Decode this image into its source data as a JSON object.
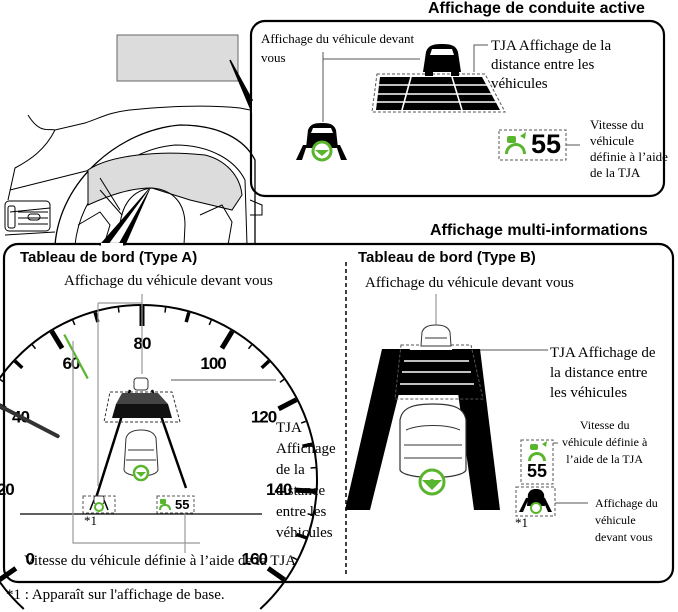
{
  "headings": {
    "active_driving_display": "Affichage de conduite active",
    "multi_info_display": "Affichage multi-informations"
  },
  "hud_panel": {
    "label_vehicle_ahead_line1": "Affichage du véhicule devant",
    "label_vehicle_ahead_line2": "vous",
    "label_distance_line1": "TJA Affichage de la",
    "label_distance_line2": "distance entre les",
    "label_distance_line3": "véhicules",
    "label_speed_line1": "Vitesse du",
    "label_speed_line2": "véhicule",
    "label_speed_line3": "définie à l’aide",
    "label_speed_line4": "de la TJA",
    "set_speed": "55"
  },
  "type_a": {
    "title": "Tableau de bord (Type A)",
    "label_vehicle_ahead": "Affichage du véhicule devant vous",
    "label_distance_lines": [
      "TJA",
      "Affichage",
      "de la",
      "distance",
      "entre les",
      "véhicules"
    ],
    "label_speed": "Vitesse du véhicule définie à l’aide de la TJA",
    "footnote_marker": "*1",
    "set_speed": "55",
    "speedometer": {
      "ticks": [
        "0",
        "20",
        "40",
        "60",
        "80",
        "100",
        "120",
        "140",
        "160"
      ],
      "needle_value": 40,
      "set_speed_marker_value": 62
    }
  },
  "type_b": {
    "title": "Tableau de bord (Type B)",
    "label_vehicle_ahead": "Affichage du véhicule devant vous",
    "label_distance_line1": "TJA Affichage de",
    "label_distance_line2": "la distance entre",
    "label_distance_line3": "les véhicules",
    "label_speed_line1": "Vitesse du",
    "label_speed_line2": "véhicule définie à",
    "label_speed_line3": "l’aide de la TJA",
    "label_vehicle_small_line1": "Affichage du",
    "label_vehicle_small_line2": "véhicule",
    "label_vehicle_small_line3": "devant vous",
    "footnote_marker": "*1",
    "set_speed": "55"
  },
  "footnote": "*1 : Apparaît sur l'affichage de base.",
  "colors": {
    "accent_green": "#5ab52e",
    "gray_fill": "#dcdcdc",
    "leader_gray": "#999999"
  }
}
